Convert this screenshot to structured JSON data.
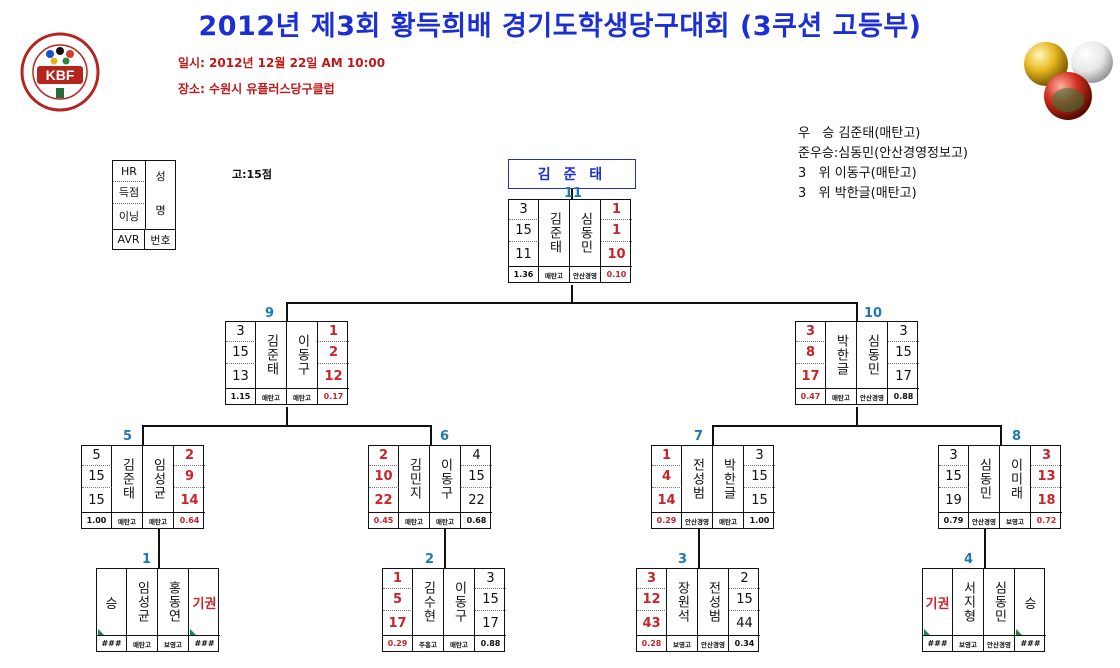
{
  "title": "2012년 제3회 황득희배 경기도학생당구대회 (3쿠션 고등부)",
  "date_line": "일시: 2012년  12월  22일 AM 10:00",
  "venue_line": "장소: 수원시 유플러스당구클럽",
  "logo_text": "KBF",
  "results": [
    "우   승 김준태(매탄고)",
    "준우승:심동민(안산경영정보고)",
    "3   위 이동구(매탄고)",
    "3   위 박한글(매탄고)"
  ],
  "legend": {
    "hr": "HR",
    "score": "득점",
    "inning": "이닝",
    "avr": "AVR",
    "name1": "성",
    "name2": "명",
    "no": "번호"
  },
  "score_note": "고:15점",
  "winner_name": "김 준 태",
  "matches": [
    {
      "no": "11",
      "cols": [
        "s",
        "n",
        "n",
        "r"
      ],
      "left": [
        "3",
        "15",
        "11"
      ],
      "right": [
        "1",
        "1",
        "10"
      ],
      "names": [
        "김준태",
        "심동민"
      ],
      "foot": [
        "1.36",
        "매탄고",
        "안산경영",
        "0.10"
      ]
    },
    {
      "no": "9",
      "cols": [
        "s",
        "n",
        "n",
        "r"
      ],
      "left": [
        "3",
        "15",
        "13"
      ],
      "right": [
        "1",
        "2",
        "12"
      ],
      "names": [
        "김준태",
        "이동구"
      ],
      "foot": [
        "1.15",
        "매탄고",
        "매탄고",
        "0.17"
      ]
    },
    {
      "no": "10",
      "cols": [
        "r",
        "n",
        "n",
        "s"
      ],
      "left": [
        "3",
        "8",
        "17"
      ],
      "right": [
        "3",
        "15",
        "17"
      ],
      "names": [
        "박한글",
        "심동민"
      ],
      "foot": [
        "0.47",
        "매탄고",
        "안산경영",
        "0.88"
      ]
    },
    {
      "no": "5",
      "cols": [
        "s",
        "n",
        "n",
        "r"
      ],
      "left": [
        "5",
        "15",
        "15"
      ],
      "right": [
        "2",
        "9",
        "14"
      ],
      "names": [
        "김준태",
        "임성균"
      ],
      "foot": [
        "1.00",
        "매탄고",
        "매탄고",
        "0.64"
      ]
    },
    {
      "no": "6",
      "cols": [
        "r",
        "n",
        "n",
        "s"
      ],
      "left": [
        "2",
        "10",
        "22"
      ],
      "right": [
        "4",
        "15",
        "22"
      ],
      "names": [
        "김민지",
        "이동구"
      ],
      "foot": [
        "0.45",
        "매탄고",
        "매탄고",
        "0.68"
      ]
    },
    {
      "no": "7",
      "cols": [
        "r",
        "n",
        "n",
        "s"
      ],
      "left": [
        "1",
        "4",
        "14"
      ],
      "right": [
        "3",
        "15",
        "15"
      ],
      "names": [
        "전성범",
        "박한글"
      ],
      "foot": [
        "0.29",
        "안산경영",
        "매탄고",
        "1.00"
      ]
    },
    {
      "no": "8",
      "cols": [
        "s",
        "n",
        "n",
        "r"
      ],
      "left": [
        "3",
        "15",
        "19"
      ],
      "right": [
        "3",
        "13",
        "18"
      ],
      "names": [
        "심동민",
        "이미래"
      ],
      "foot": [
        "0.79",
        "안산경영",
        "보영고",
        "0.72"
      ]
    },
    {
      "no": "1",
      "cols": [
        "t",
        "n",
        "n",
        "x"
      ],
      "left": [
        "승"
      ],
      "right": [
        "기권"
      ],
      "names": [
        "임성균",
        "홍동연"
      ],
      "foot": [
        "###",
        "매탄고",
        "보영고",
        "###"
      ]
    },
    {
      "no": "2",
      "cols": [
        "r",
        "n",
        "n",
        "s"
      ],
      "left": [
        "1",
        "5",
        "17"
      ],
      "right": [
        "3",
        "15",
        "17"
      ],
      "names": [
        "김수현",
        "이동구"
      ],
      "foot": [
        "0.29",
        "주흥고",
        "매탄고",
        "0.88"
      ]
    },
    {
      "no": "3",
      "cols": [
        "r",
        "n",
        "n",
        "s"
      ],
      "left": [
        "3",
        "12",
        "43"
      ],
      "right": [
        "2",
        "15",
        "44"
      ],
      "names": [
        "장원석",
        "전성범"
      ],
      "foot": [
        "0.28",
        "보영고",
        "안산경영",
        "0.34"
      ]
    },
    {
      "no": "4",
      "cols": [
        "x",
        "n",
        "n",
        "t"
      ],
      "left": [
        "기권"
      ],
      "right": [
        "승"
      ],
      "names": [
        "서지형",
        "심동민"
      ],
      "foot": [
        "###",
        "보영고",
        "안산경영",
        "###"
      ]
    }
  ],
  "colors": {
    "title": "#1c2fd4",
    "info": "#c01818",
    "number": "#1f78b4",
    "loss_score": "#c8252b"
  },
  "icons": [
    "kbf-logo-icon",
    "billiard-balls-icon"
  ]
}
